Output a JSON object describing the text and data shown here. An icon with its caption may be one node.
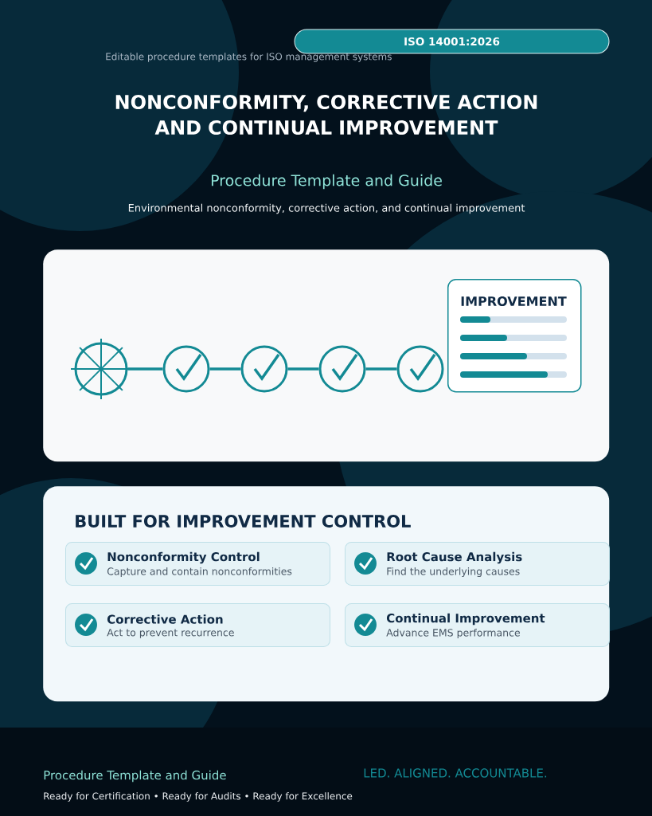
{
  "diagram": {
    "title": "NONCONFORMITY, CORRECTIVE ACTION AND CONTINUAL IMPROVEMENT",
    "nodes": [
      {
        "text": [
          "ISO 14001:2026"
        ]
      },
      {
        "text": [],
        "shape": "box"
      },
      {
        "text": [],
        "shape": "circle",
        "in": 1
      },
      {
        "text": [],
        "shape": "circle",
        "in": 1
      },
      {
        "text": [],
        "shape": "circle",
        "in": 1
      },
      {
        "text": [],
        "shape": "circle",
        "in": 1
      },
      {
        "text": [],
        "shape": "circle",
        "in": 1
      },
      {
        "text": [
          "IMPROVEMENT"
        ],
        "in": 1
      },
      {
        "text": [
          "BUILT FOR IMPROVEMENT CONTROL"
        ]
      },
      {
        "text": [
          "Nonconformity Control",
          "Capture and contain nonconformities"
        ],
        "in": 8
      },
      {
        "text": [
          "Root Cause Analysis",
          "Find the underlying causes"
        ],
        "in": 8
      },
      {
        "text": [
          "Corrective Action",
          "Act to prevent recurrence"
        ],
        "in": 8
      },
      {
        "text": [
          "Continual Improvement",
          "Advance EMS performance"
        ],
        "in": 8
      }
    ],
    "edges": [
      {
        "from": 2,
        "to": 3,
        "arrow": "none"
      },
      {
        "from": 3,
        "to": 4,
        "arrow": "none"
      },
      {
        "from": 4,
        "to": 5,
        "arrow": "none"
      },
      {
        "from": 5,
        "to": 6,
        "arrow": "none"
      }
    ],
    "labels": [
      "Editable procedure templates for ISO management systems",
      "Procedure Template and Guide",
      "Environmental nonconformity, corrective action, and continual improvement",
      "Procedure Template and Guide",
      "Ready for Certification • Ready for Audits • Ready for Excellence",
      "LED. ALIGNED. ACCOUNTABLE."
    ]
  }
}
